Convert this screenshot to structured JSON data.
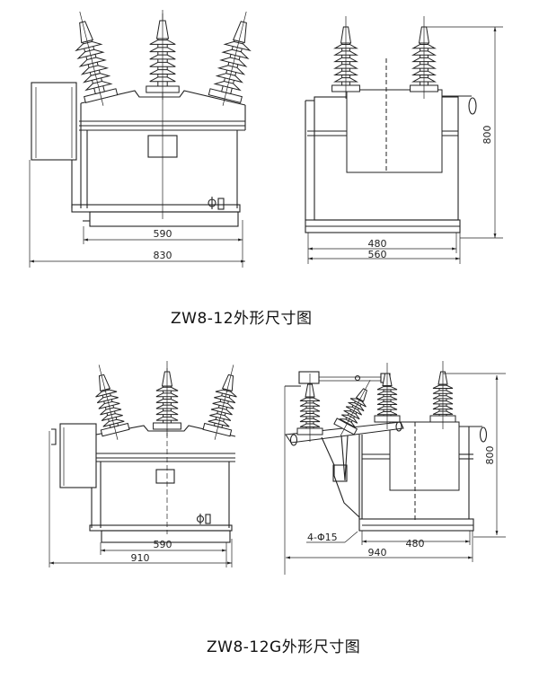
{
  "drawings": [
    {
      "title": "ZW8-12外形尺寸图",
      "front_view": {
        "dim_inner": "590",
        "dim_outer": "830"
      },
      "side_view": {
        "dim_inner": "480",
        "dim_outer": "560",
        "dim_height": "800"
      }
    },
    {
      "title": "ZW8-12G外形尺寸图",
      "front_view": {
        "dim_inner": "590",
        "dim_outer": "910"
      },
      "side_view": {
        "dim_inner": "480",
        "dim_outer": "940",
        "dim_height": "800",
        "hole_note": "4-Φ15"
      }
    }
  ]
}
